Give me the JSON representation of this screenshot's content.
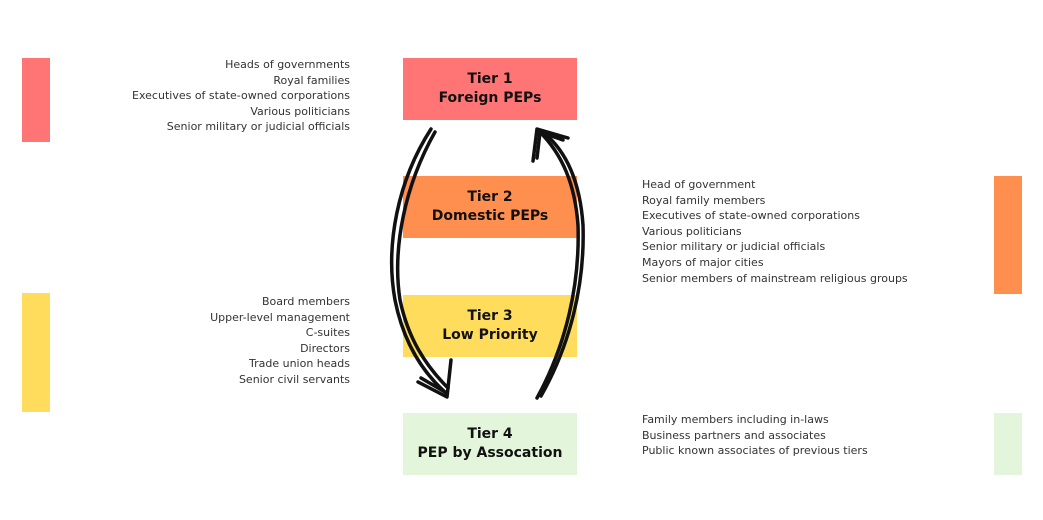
{
  "colors": {
    "tier1": "#ff7474",
    "tier2": "#ff8f4f",
    "tier3": "#ffdc5c",
    "tier4": "#e3f6dc",
    "arrow": "#111111"
  },
  "tiers": [
    {
      "title": "Tier 1",
      "subtitle": "Foreign PEPs"
    },
    {
      "title": "Tier 2",
      "subtitle": "Domestic PEPs"
    },
    {
      "title": "Tier 3",
      "subtitle": "Low Priority"
    },
    {
      "title": "Tier 4",
      "subtitle": "PEP by Assocation"
    }
  ],
  "lists": {
    "tier1": [
      "Heads of governments",
      "Royal families",
      "Executives of state-owned corporations",
      "Various politicians",
      "Senior military or judicial officials"
    ],
    "tier2": [
      "Head of government",
      "Royal family members",
      "Executives of state-owned corporations",
      "Various politicians",
      "Senior military or judicial officials",
      "Mayors of major cities",
      "Senior members of mainstream religious groups"
    ],
    "tier3": [
      "Board members",
      "Upper-level management",
      "C-suites",
      "Directors",
      "Trade union heads",
      "Senior civil servants"
    ],
    "tier4": [
      "Family members including in-laws",
      "Business partners and associates",
      "Public known associates of previous tiers"
    ]
  }
}
